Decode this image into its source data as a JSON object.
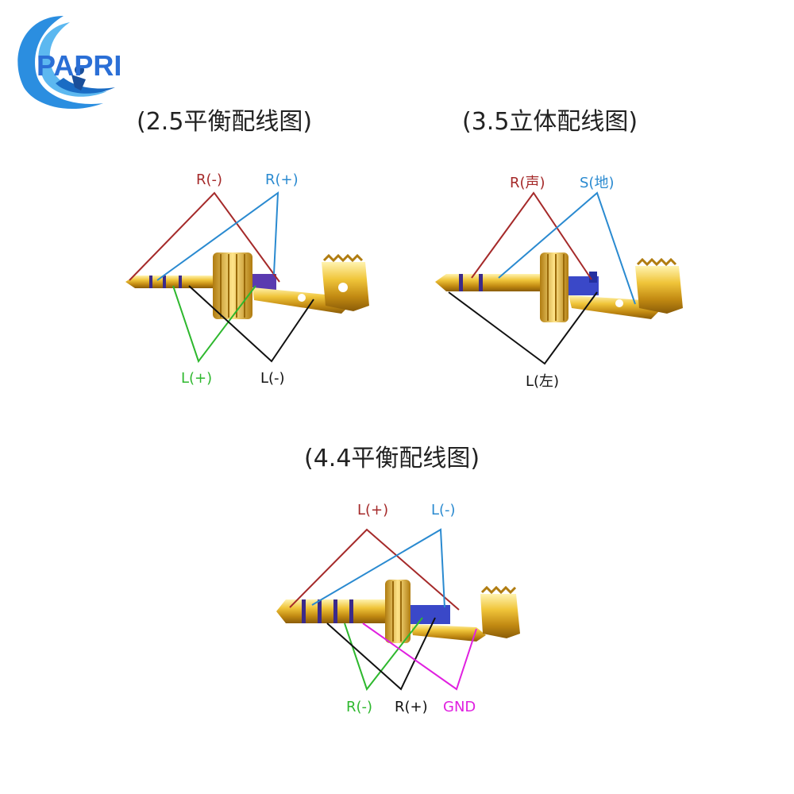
{
  "brand": {
    "logo_text": "PAPRI"
  },
  "diagrams": [
    {
      "title": "(2.5平衡配线图)",
      "labels": {
        "r_minus": "R(-)",
        "r_plus": "R(+)",
        "l_plus": "L(+)",
        "l_minus": "L(-)"
      }
    },
    {
      "title": "(3.5立体配线图)",
      "labels": {
        "r_voice": "R(声)",
        "s_ground": "S(地)",
        "l_left": "L(左)"
      }
    },
    {
      "title": "(4.4平衡配线图)",
      "labels": {
        "l_plus": "L(+)",
        "l_minus": "L(-)",
        "r_minus": "R(-)",
        "r_plus": "R(+)",
        "gnd": "GND"
      }
    }
  ],
  "colors": {
    "red": "#a52a2a",
    "blue": "#2a8ad0",
    "green": "#2eb82e",
    "black": "#111111",
    "magenta": "#e020e0",
    "gold": "#d9a521",
    "stripe": "#3b2a8a"
  }
}
